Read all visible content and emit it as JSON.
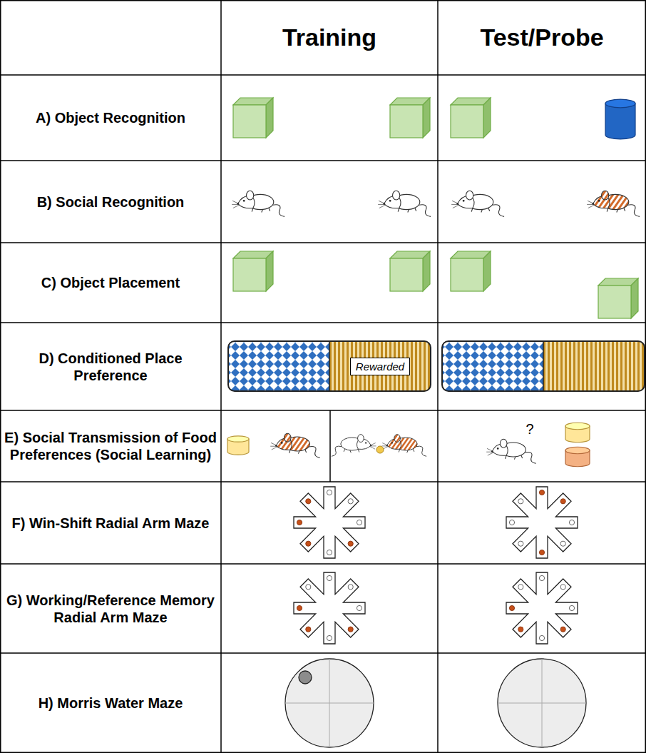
{
  "diagram": {
    "nodes": [
      {
        "text": [
          "Rewarded"
        ]
      }
    ],
    "labels": [
      "Training",
      "Test/Probe",
      "A) Object Recognition",
      "B) Social Recognition",
      "C) Object Placement",
      "D) Conditioned Place Preference",
      "E) Social Transmission of Food Preferences (Social Learning)",
      "?",
      "F) Win-Shift Radial Arm Maze",
      "G) Working/Reference Memory Radial Arm Maze",
      "H) Morris Water Maze"
    ]
  }
}
